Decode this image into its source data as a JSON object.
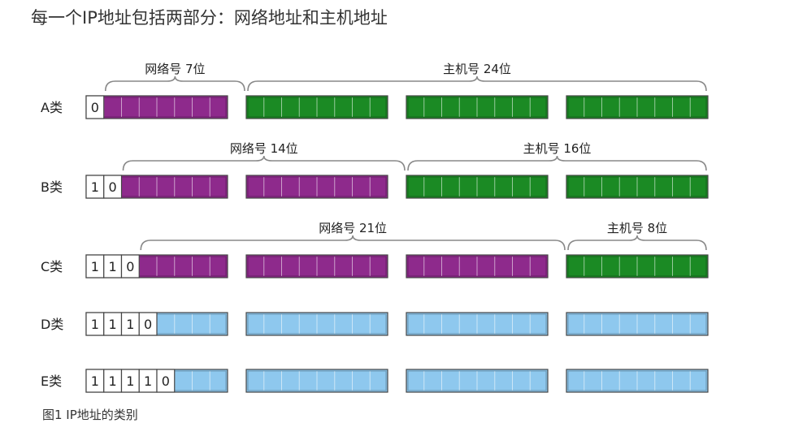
{
  "title": "每一个IP地址包括两部分：网络地址和主机地址",
  "caption": "图1  IP地址的类别",
  "colors": {
    "network": "#8e2a8c",
    "host": "#1b8a24",
    "multicast": "#8ec8ee",
    "prefix_bg": "#ffffff",
    "border": "#444444",
    "bracket": "#888888",
    "text": "#222222"
  },
  "classes": [
    {
      "label": "A类",
      "prefix": [
        "0"
      ],
      "segments": [
        "network",
        "host",
        "host",
        "host"
      ],
      "brackets": [
        {
          "label": "网络号 7位",
          "from_bit": 1,
          "to_bit": 8
        },
        {
          "label": "主机号 24位",
          "from_bit": 8,
          "to_bit": 32
        }
      ]
    },
    {
      "label": "B类",
      "prefix": [
        "1",
        "0"
      ],
      "segments": [
        "network",
        "network",
        "host",
        "host"
      ],
      "brackets": [
        {
          "label": "网络号 14位",
          "from_bit": 2,
          "to_bit": 16
        },
        {
          "label": "主机号 16位",
          "from_bit": 16,
          "to_bit": 32
        }
      ]
    },
    {
      "label": "C类",
      "prefix": [
        "1",
        "1",
        "0"
      ],
      "segments": [
        "network",
        "network",
        "network",
        "host"
      ],
      "brackets": [
        {
          "label": "网络号 21位",
          "from_bit": 3,
          "to_bit": 24
        },
        {
          "label": "主机号 8位",
          "from_bit": 24,
          "to_bit": 32
        }
      ]
    },
    {
      "label": "D类",
      "prefix": [
        "1",
        "1",
        "1",
        "0"
      ],
      "segments": [
        "multicast",
        "multicast",
        "multicast",
        "multicast"
      ],
      "brackets": []
    },
    {
      "label": "E类",
      "prefix": [
        "1",
        "1",
        "1",
        "1",
        "0"
      ],
      "segments": [
        "multicast",
        "multicast",
        "multicast",
        "multicast"
      ],
      "brackets": []
    }
  ]
}
